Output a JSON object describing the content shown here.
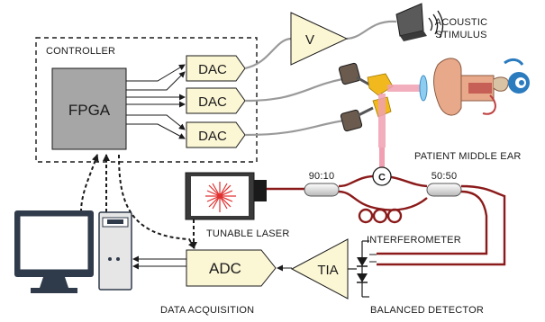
{
  "blocks": {
    "controller": "CONTROLLER",
    "fpga": "FPGA",
    "dac_1": "DAC",
    "dac_2": "DAC",
    "dac_3": "DAC",
    "amplifier": "V",
    "adc": "ADC",
    "tia": "TIA",
    "coupler_1": "90:10",
    "coupler_2": "50:50",
    "circulator": "C"
  },
  "labels": {
    "acoustic_line_1": "ACOUSTIC",
    "acoustic_line_2": "STIMULUS",
    "patient_middle_ear": "PATIENT MIDDLE EAR",
    "tunable_laser": "TUNABLE LASER",
    "interferometer": "INTERFEROMETER",
    "data_acquisition": "DATA ACQUISITION",
    "balanced_detector": "BALANCED DETECTOR"
  },
  "colors": {
    "fiber": "#8b1a1a",
    "beam": "#f0a0b0",
    "mirror": "#f2b91f",
    "dac_fill": "#fbf6d4",
    "amp_fill": "#fbf6d4",
    "computer": "#2f3a4a",
    "ear_skin": "#e8a98a",
    "cochlea": "#2b7bbf",
    "laser_star": "#e03030"
  },
  "icons": {
    "computer": "desktop-computer-icon",
    "speaker": "speaker-icon",
    "laser": "laser-source-icon",
    "ear": "ear-anatomy-icon"
  }
}
